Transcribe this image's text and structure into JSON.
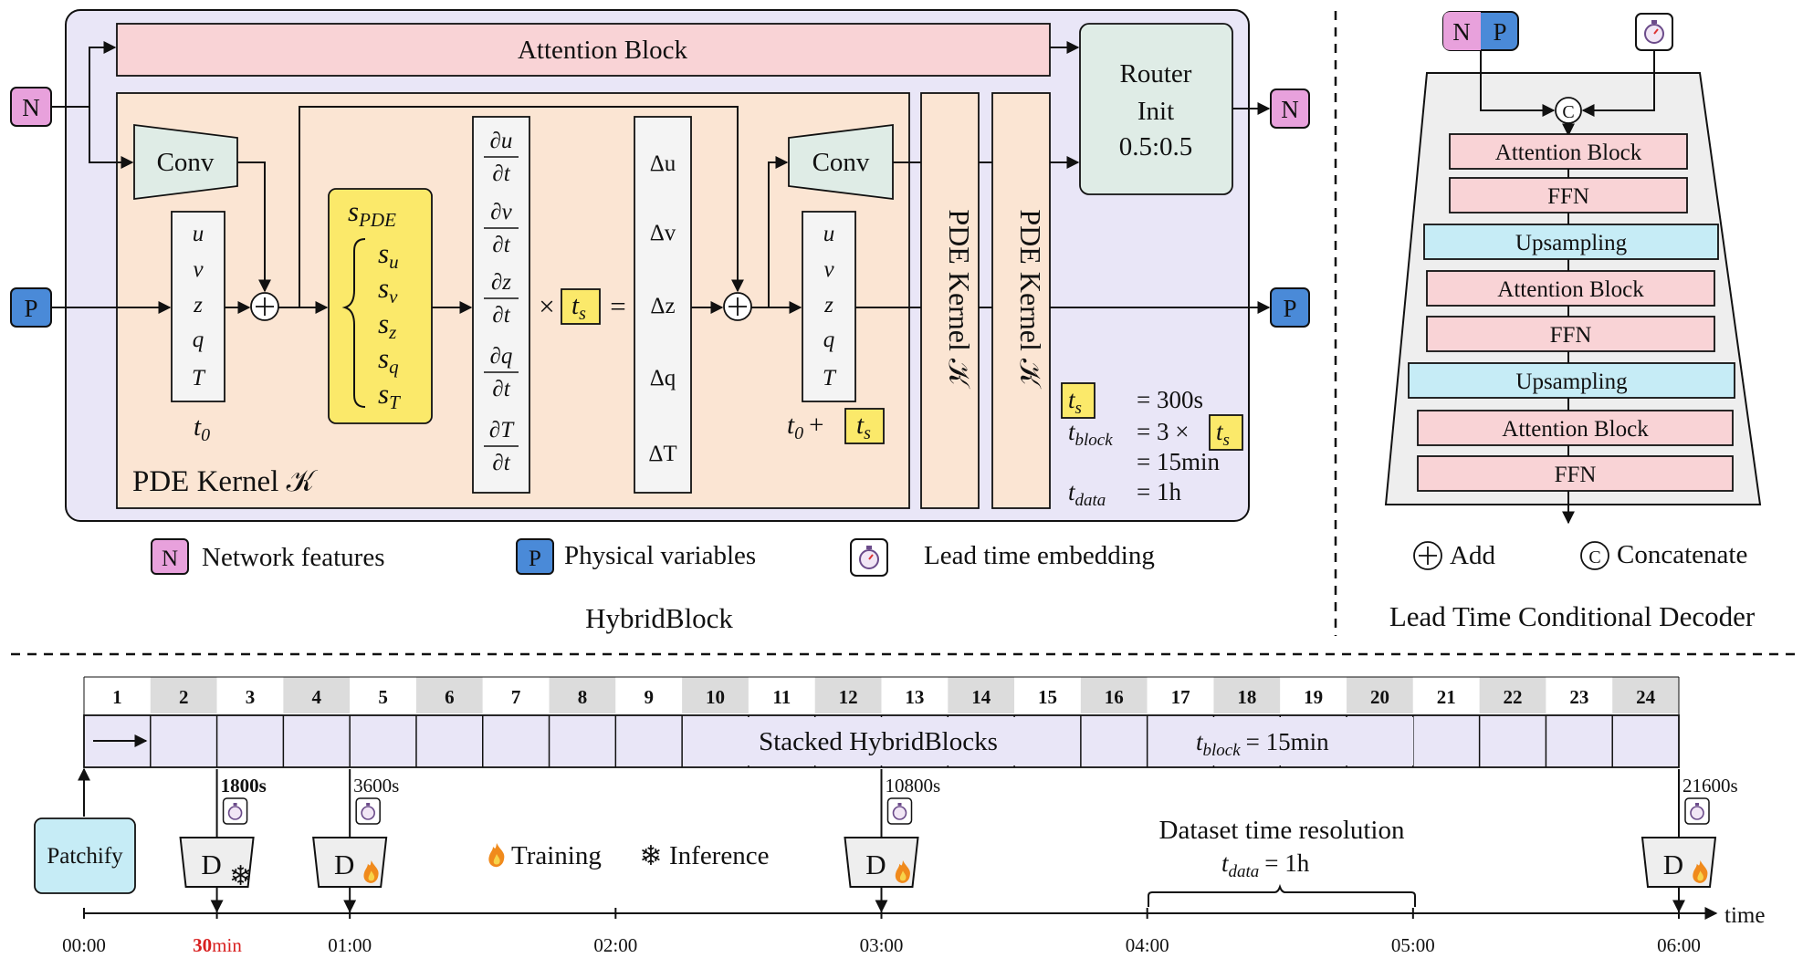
{
  "hybrid": {
    "title": "HybridBlock",
    "attention": "Attention Block",
    "router": [
      "Router",
      "Init",
      "0.5:0.5"
    ],
    "conv": "Conv",
    "kernel_label": "PDE Kernel 𝒦",
    "kernel_vertical": "PDE Kernel 𝒦",
    "n_label": "N",
    "p_label": "P",
    "uvz": [
      "u",
      "v",
      "z",
      "q",
      "T"
    ],
    "t0": "t",
    "t0_sub": "0",
    "t0_plus": "t",
    "t0_plus_sub": "0",
    "plus": "+",
    "s_pde": "s",
    "s_pde_sub": "PDE",
    "s_terms": [
      [
        "s",
        "u"
      ],
      [
        "s",
        "v"
      ],
      [
        "s",
        "z"
      ],
      [
        "s",
        "q"
      ],
      [
        "s",
        "T"
      ]
    ],
    "derivs": [
      [
        "∂u",
        "∂t"
      ],
      [
        "∂v",
        "∂t"
      ],
      [
        "∂z",
        "∂t"
      ],
      [
        "∂q",
        "∂t"
      ],
      [
        "∂T",
        "∂t"
      ]
    ],
    "times": "×",
    "ts": "t",
    "ts_sub": "s",
    "equals": "=",
    "deltas": [
      "Δu",
      "Δv",
      "Δz",
      "Δq",
      "ΔT"
    ],
    "notes": {
      "ts_value": "= 300s",
      "tblock": "t",
      "tblock_sub": "block",
      "tblock_eq": "= 3 ×",
      "tblock_val": "= 15min",
      "tdata": "t",
      "tdata_sub": "data",
      "tdata_val": "= 1h"
    }
  },
  "legend": {
    "network": "Network features",
    "physical": "Physical variables",
    "lead": "Lead time embedding",
    "add": "Add",
    "concat": "Concatenate",
    "c_symbol": "C"
  },
  "decoder": {
    "title": "Lead Time Conditional Decoder",
    "layers": [
      "Attention Block",
      "FFN",
      "Upsampling",
      "Attention Block",
      "FFN",
      "Upsampling",
      "Attention Block",
      "FFN"
    ]
  },
  "timeline": {
    "numbers": [
      "1",
      "2",
      "3",
      "4",
      "5",
      "6",
      "7",
      "8",
      "9",
      "10",
      "11",
      "12",
      "13",
      "14",
      "15",
      "16",
      "17",
      "18",
      "19",
      "20",
      "21",
      "22",
      "23",
      "24"
    ],
    "stacked": "Stacked HybridBlocks",
    "tblock": "t",
    "tblock_sub": "block",
    "tblock_val": "= 15min",
    "patchify": "Patchify",
    "lead_times": [
      "1800s",
      "3600s",
      "10800s",
      "21600s"
    ],
    "decoder_letter": "D",
    "training": "Training",
    "inference": "Inference",
    "dataset": "Dataset time resolution",
    "tdata": "t",
    "tdata_sub": "data",
    "tdata_val": "= 1h",
    "time_label": "time",
    "ticks": [
      "00:00",
      "01:00",
      "02:00",
      "03:00",
      "04:00",
      "05:00",
      "06:00"
    ],
    "min30_num": "30",
    "min30_unit": "min"
  },
  "colors": {
    "blue_bg": "#e9e6f7",
    "peach": "#fbe5d3",
    "pink": "#f9d3d6",
    "green": "#dfece6",
    "yellow": "#fbe96a",
    "cyan": "#c6ecf6",
    "n_pink": "#e8a1dc",
    "p_blue": "#4a8ad8",
    "gray_cell": "#dcdcdc",
    "red": "#d81f1f"
  }
}
